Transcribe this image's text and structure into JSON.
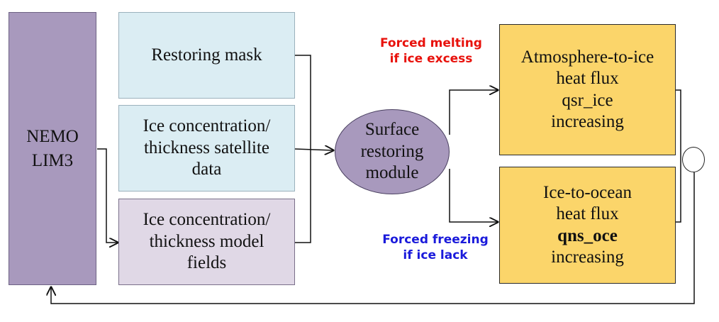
{
  "nemo": {
    "lines": [
      "NEMO",
      "LIM3"
    ]
  },
  "restoring_mask": {
    "lines": [
      "Restoring mask"
    ]
  },
  "satellite_data": {
    "lines": [
      "Ice concentration/",
      "thickness satellite",
      "data"
    ]
  },
  "model_fields": {
    "lines": [
      "Ice concentration/",
      "thickness model",
      "fields"
    ]
  },
  "module": {
    "lines": [
      "Surface",
      "restoring",
      "module"
    ]
  },
  "atm_flux": {
    "lines": [
      "Atmosphere-to-ice",
      "heat flux",
      "qsr_ice",
      "increasing"
    ]
  },
  "ocean_flux": {
    "lines": [
      "Ice-to-ocean",
      "heat flux",
      "qns_oce",
      "increasing"
    ]
  },
  "forced_melting": {
    "lines": [
      "Forced melting",
      "if ice excess"
    ],
    "color": "#e8120c"
  },
  "forced_freezing": {
    "lines": [
      "Forced freezing",
      "if ice lack"
    ],
    "color": "#1a1adb"
  },
  "colors": {
    "nemo_fill": "#a899bd",
    "blue_fill": "#dbedf3",
    "lavender_fill": "#e0d8e6",
    "yellow_fill": "#fbd56a",
    "module_fill": "#a899bd",
    "arrow": "#111111"
  }
}
